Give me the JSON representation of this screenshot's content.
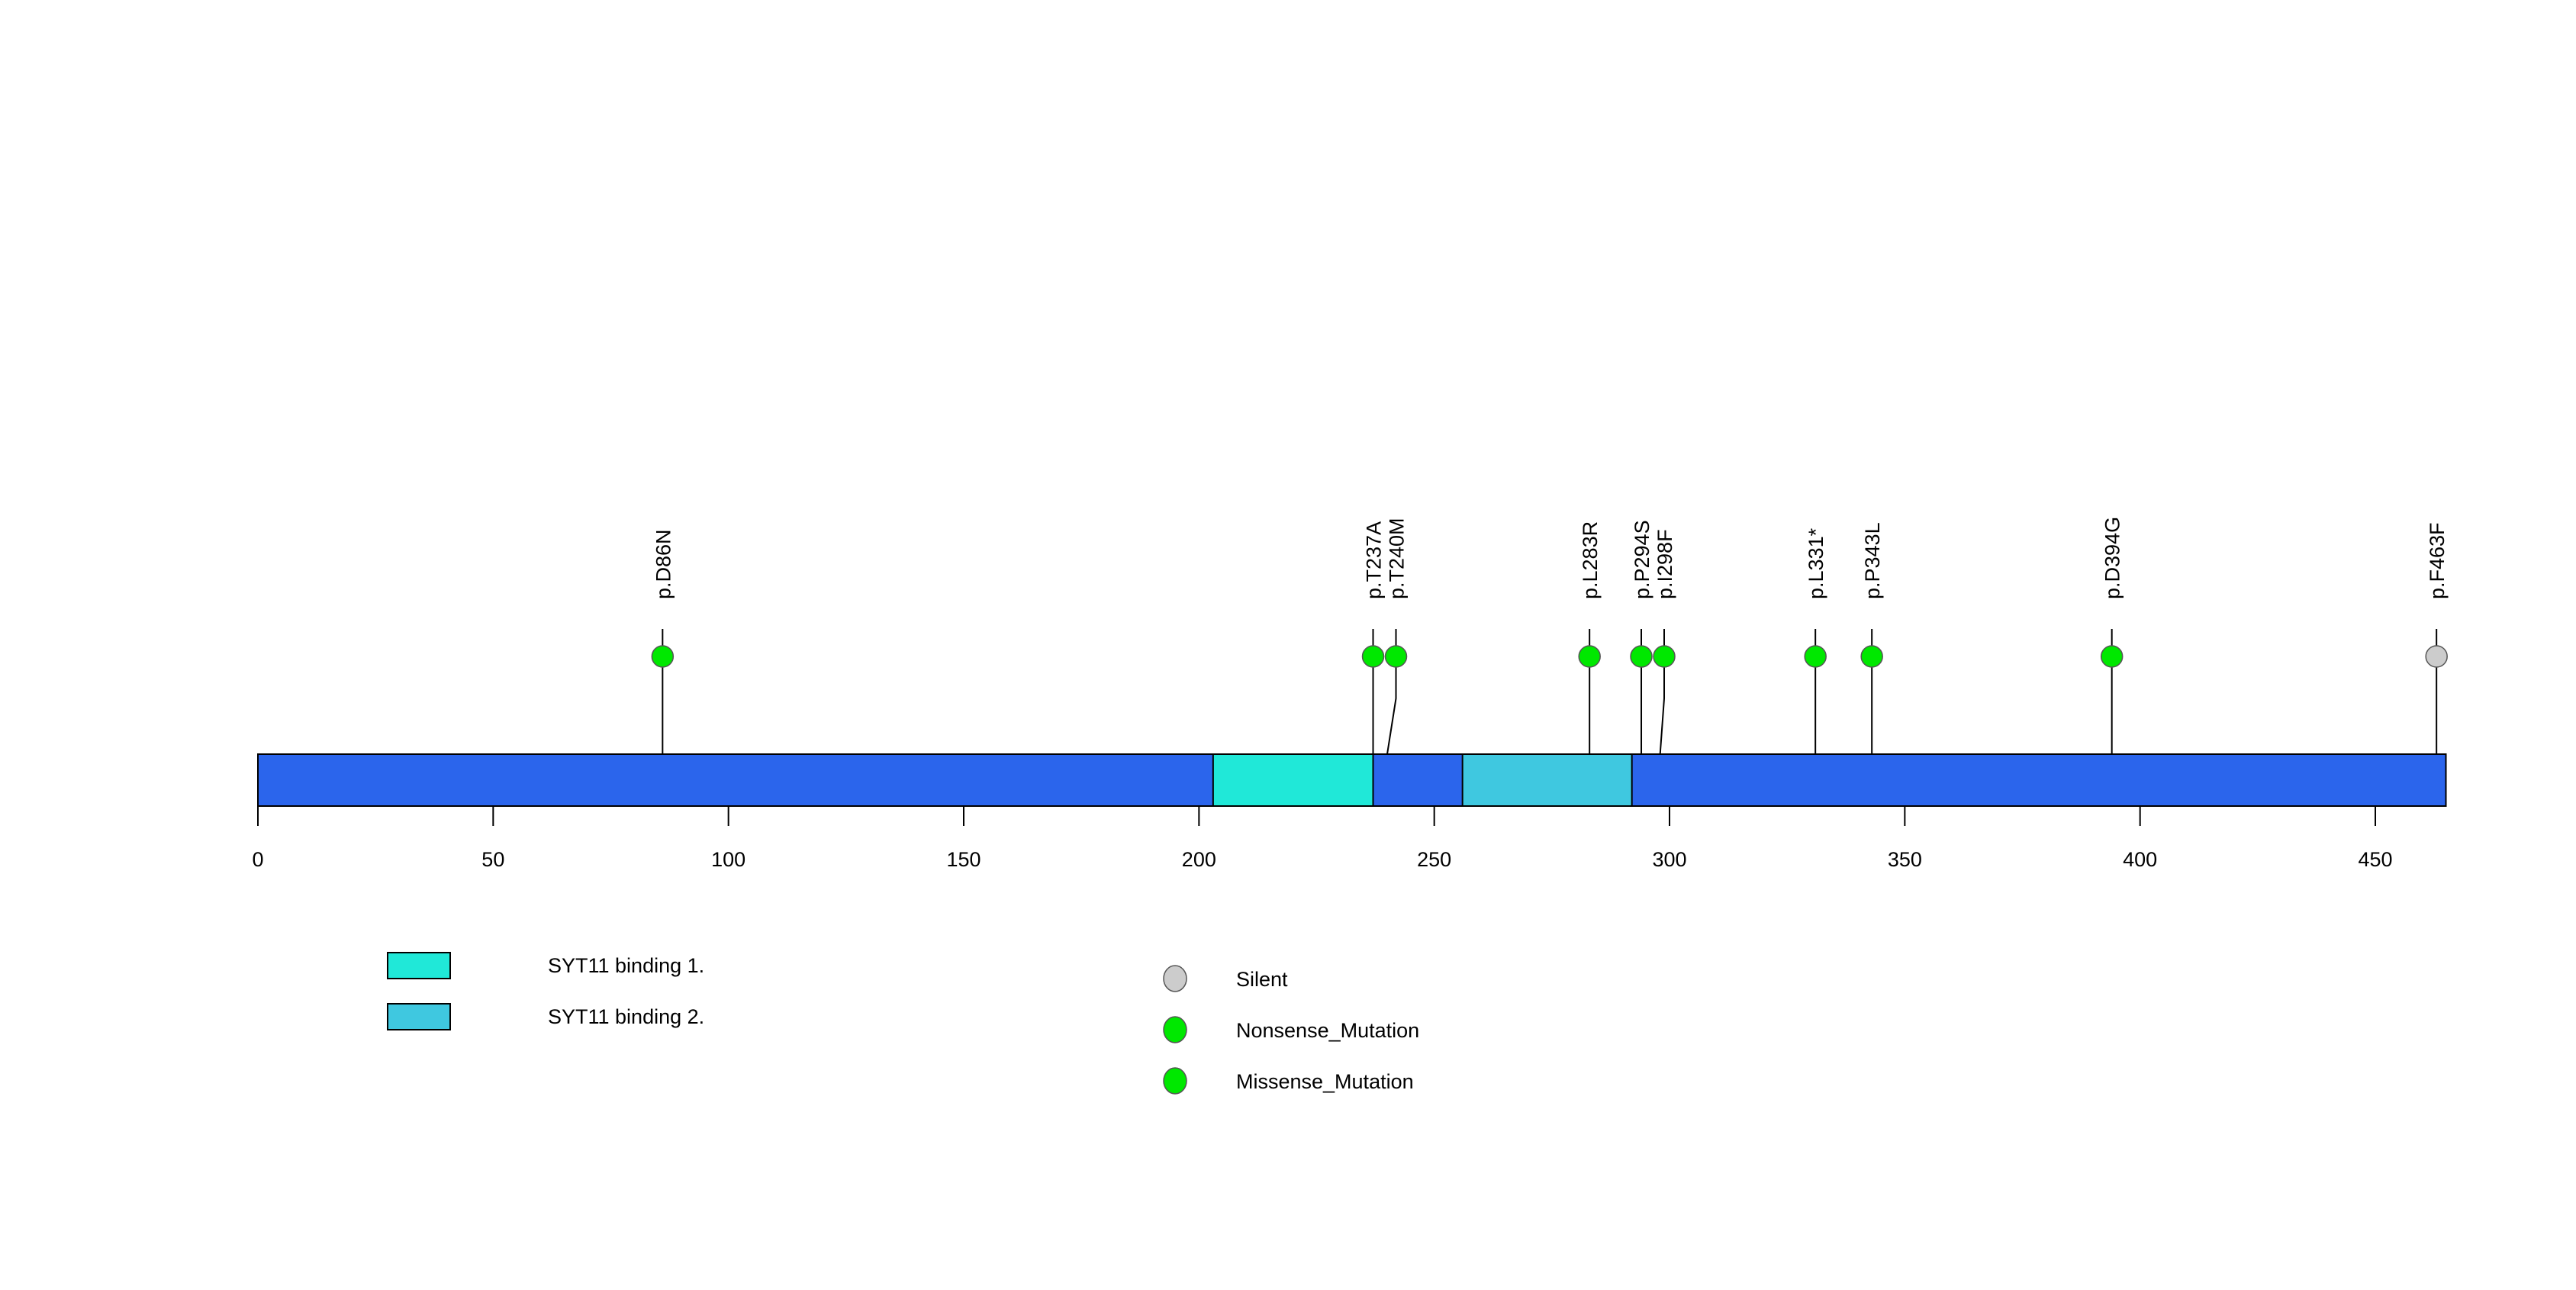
{
  "chart_data": {
    "type": "lollipop",
    "title": "",
    "subtitle": "",
    "xlabel": "",
    "ylabel": "",
    "xlim": [
      0,
      465
    ],
    "grid": false,
    "protein_length": 465,
    "axis_ticks": [
      {
        "value": 0,
        "label": "0"
      },
      {
        "value": 50,
        "label": "50"
      },
      {
        "value": 100,
        "label": "100"
      },
      {
        "value": 150,
        "label": "150"
      },
      {
        "value": 200,
        "label": "200"
      },
      {
        "value": 250,
        "label": "250"
      },
      {
        "value": 300,
        "label": "300"
      },
      {
        "value": 350,
        "label": "350"
      },
      {
        "value": 400,
        "label": "400"
      },
      {
        "value": 450,
        "label": "450"
      }
    ],
    "backbone_color": "#2B65EC",
    "domains": [
      {
        "name": "SYT11 binding 1.",
        "start": 203,
        "end": 237,
        "color": "#20E8D8"
      },
      {
        "name": "SYT11 binding 2.",
        "start": 256,
        "end": 292,
        "color": "#3FC8E0"
      }
    ],
    "mutations": [
      {
        "label": "p.D86N",
        "position": 86,
        "type": "Missense_Mutation",
        "color": "#00E800",
        "count": 1
      },
      {
        "label": "p.T237A",
        "position": 237,
        "type": "Missense_Mutation",
        "color": "#00E800",
        "count": 1
      },
      {
        "label": "p.T240M",
        "position": 240,
        "type": "Missense_Mutation",
        "color": "#00E800",
        "count": 1
      },
      {
        "label": "p.L283R",
        "position": 283,
        "type": "Missense_Mutation",
        "color": "#00E800",
        "count": 1
      },
      {
        "label": "p.P294S",
        "position": 294,
        "type": "Missense_Mutation",
        "color": "#00E800",
        "count": 1
      },
      {
        "label": "p.I298F",
        "position": 298,
        "type": "Missense_Mutation",
        "color": "#00E800",
        "count": 1
      },
      {
        "label": "p.L331*",
        "position": 331,
        "type": "Nonsense_Mutation",
        "color": "#00E800",
        "count": 1
      },
      {
        "label": "p.P343L",
        "position": 343,
        "type": "Missense_Mutation",
        "color": "#00E800",
        "count": 1
      },
      {
        "label": "p.D394G",
        "position": 394,
        "type": "Missense_Mutation",
        "color": "#00E800",
        "count": 1
      },
      {
        "label": "p.F463F",
        "position": 463,
        "type": "Silent",
        "color": "#CCCCCC",
        "count": 1
      }
    ]
  },
  "domain_legend": {
    "items": [
      {
        "label": "SYT11 binding 1.",
        "color": "#20E8D8"
      },
      {
        "label": "SYT11 binding 2.",
        "color": "#3FC8E0"
      }
    ]
  },
  "mutation_legend": {
    "items": [
      {
        "label": "Silent",
        "color": "#CCCCCC"
      },
      {
        "label": "Nonsense_Mutation",
        "color": "#00E800"
      },
      {
        "label": "Missense_Mutation",
        "color": "#00E800"
      }
    ]
  }
}
